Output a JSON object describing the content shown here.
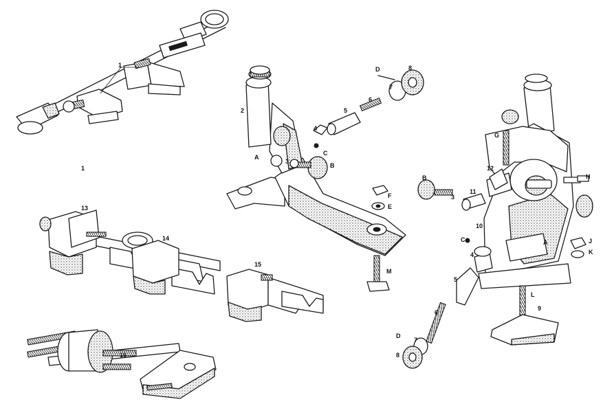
{
  "labels": {
    "p1": "1",
    "p1b": "1",
    "p2": "2",
    "p3": "3",
    "p4": "4",
    "p5": "5",
    "p6": "6",
    "p7": "7",
    "p8": "8",
    "pA": "A",
    "pB": "B",
    "pC": "C",
    "pD": "D",
    "pE": "E",
    "pF": "F",
    "pM": "M",
    "r3": "3",
    "r4": "4",
    "r5": "5",
    "r6": "6",
    "r7": "7",
    "r8": "8",
    "r9": "9",
    "r10": "10",
    "r11": "11",
    "r12": "12",
    "rA": "A",
    "rB": "B",
    "rC": "C",
    "rD": "D",
    "rG": "G",
    "rH": "H",
    "rJ": "J",
    "rK": "K",
    "rL": "L",
    "l13": "13",
    "l14": "14",
    "l15": "15",
    "l16": "16"
  },
  "style": {
    "ink": "#1a1a1a",
    "paper": "#ffffff"
  }
}
